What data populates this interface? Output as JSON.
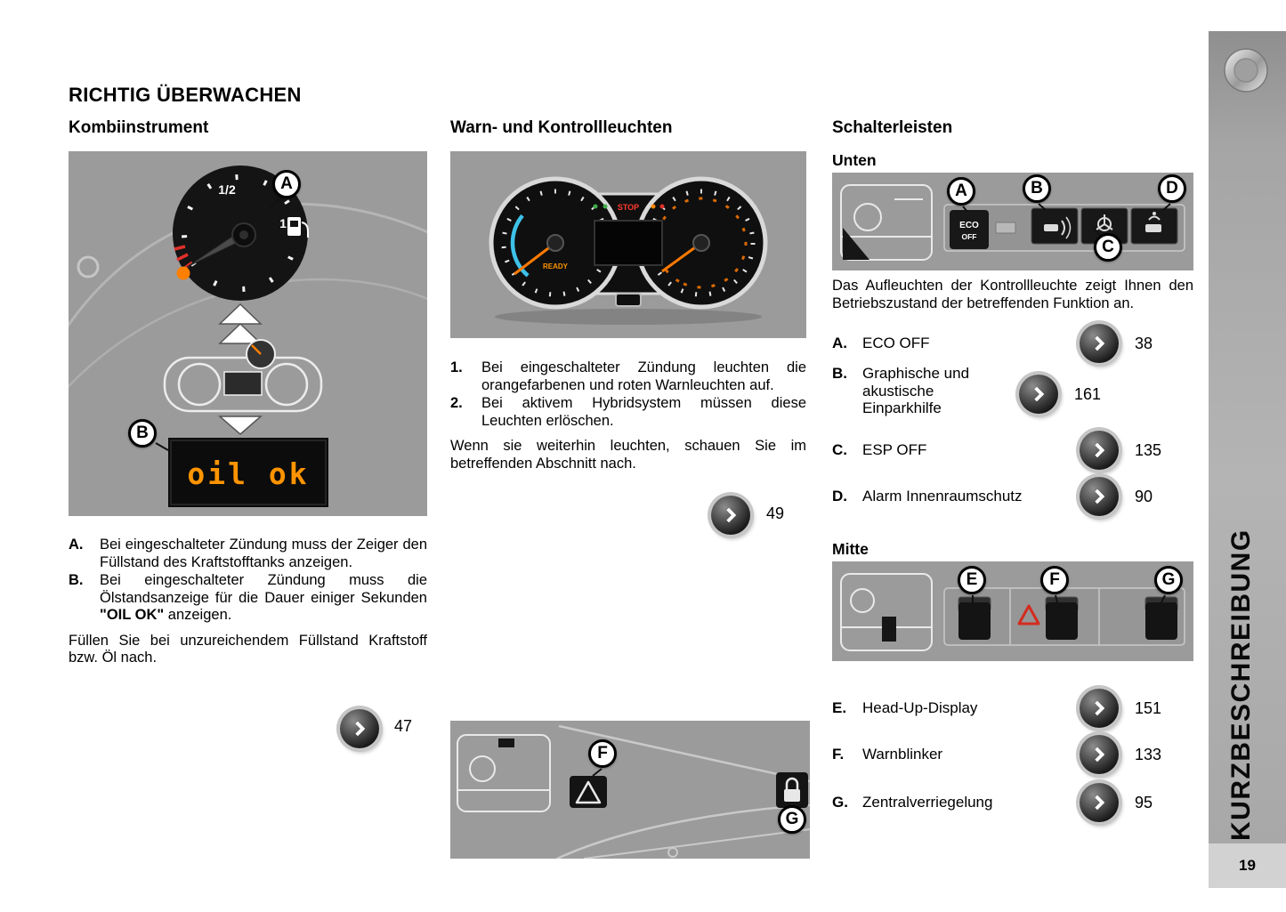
{
  "page": {
    "title": "RICHTIG ÜBERWACHEN",
    "number": "19",
    "sidebar_label": "KURZBESCHREIBUNG"
  },
  "colors": {
    "figure_background": "#9b9b9b",
    "display_orange": "#ff9400",
    "needle_orange": "#ff7f00",
    "warning_red": "#d42b20",
    "hybrid_cyan": "#3ec1e8"
  },
  "kombiinstrument": {
    "heading": "Kombiinstrument",
    "figure": {
      "label_a": "A",
      "label_b": "B",
      "gauge_half": "1/2",
      "gauge_full": "1",
      "oil_display": "oil ok"
    },
    "item_a_marker": "A.",
    "item_a_text": "Bei eingeschalteter Zündung muss der Zeiger den Füllstand des Kraftstofftanks anzeigen.",
    "item_b_marker": "B.",
    "item_b_pre": "Bei eingeschalteter Zündung muss die Ölstandsanzeige für die Dauer einiger Sekunden ",
    "item_b_bold": "\"OIL OK\"",
    "item_b_post": " anzeigen.",
    "note": "Füllen Sie bei unzureichendem Füllstand Kraftstoff bzw. Öl nach.",
    "page_ref": "47"
  },
  "kontrollleuchten": {
    "heading": "Warn- und Kontrollleuchten",
    "figure": {
      "ready": "READY",
      "stop": "STOP"
    },
    "item_1_marker": "1.",
    "item_1_text": "Bei eingeschalteter Zündung leuchten die orangefarbenen und roten Warnleuchten auf.",
    "item_2_marker": "2.",
    "item_2_text": "Bei aktivem Hybridsystem müssen diese Leuchten erlöschen.",
    "note": "Wenn sie weiterhin leuchten, schauen Sie im betreffenden Abschnitt nach.",
    "page_ref": "49",
    "figure_bottom": {
      "label_f": "F",
      "label_g": "G"
    }
  },
  "schalterleisten": {
    "heading": "Schalterleisten",
    "unten_subheading": "Unten",
    "unten_figure": {
      "label_a": "A",
      "label_b": "B",
      "label_c": "C",
      "label_d": "D",
      "eco_top": "ECO",
      "eco_bottom": "OFF"
    },
    "intro": "Das Aufleuchten der Kontrollleuchte zeigt Ihnen den Betriebszustand der betreffenden Funktion an.",
    "unten_items": [
      {
        "marker": "A.",
        "label": "ECO OFF",
        "page": "38"
      },
      {
        "marker": "B.",
        "label": "Graphische und akustische Einparkhilfe",
        "page": "161"
      },
      {
        "marker": "C.",
        "label": "ESP OFF",
        "page": "135"
      },
      {
        "marker": "D.",
        "label": "Alarm Innenraumschutz",
        "page": "90"
      }
    ],
    "mitte_subheading": "Mitte",
    "mitte_figure": {
      "label_e": "E",
      "label_f": "F",
      "label_g": "G"
    },
    "mitte_items": [
      {
        "marker": "E.",
        "label": "Head-Up-Display",
        "page": "151"
      },
      {
        "marker": "F.",
        "label": "Warnblinker",
        "page": "133"
      },
      {
        "marker": "G.",
        "label": "Zentralverriegelung",
        "page": "95"
      }
    ]
  }
}
